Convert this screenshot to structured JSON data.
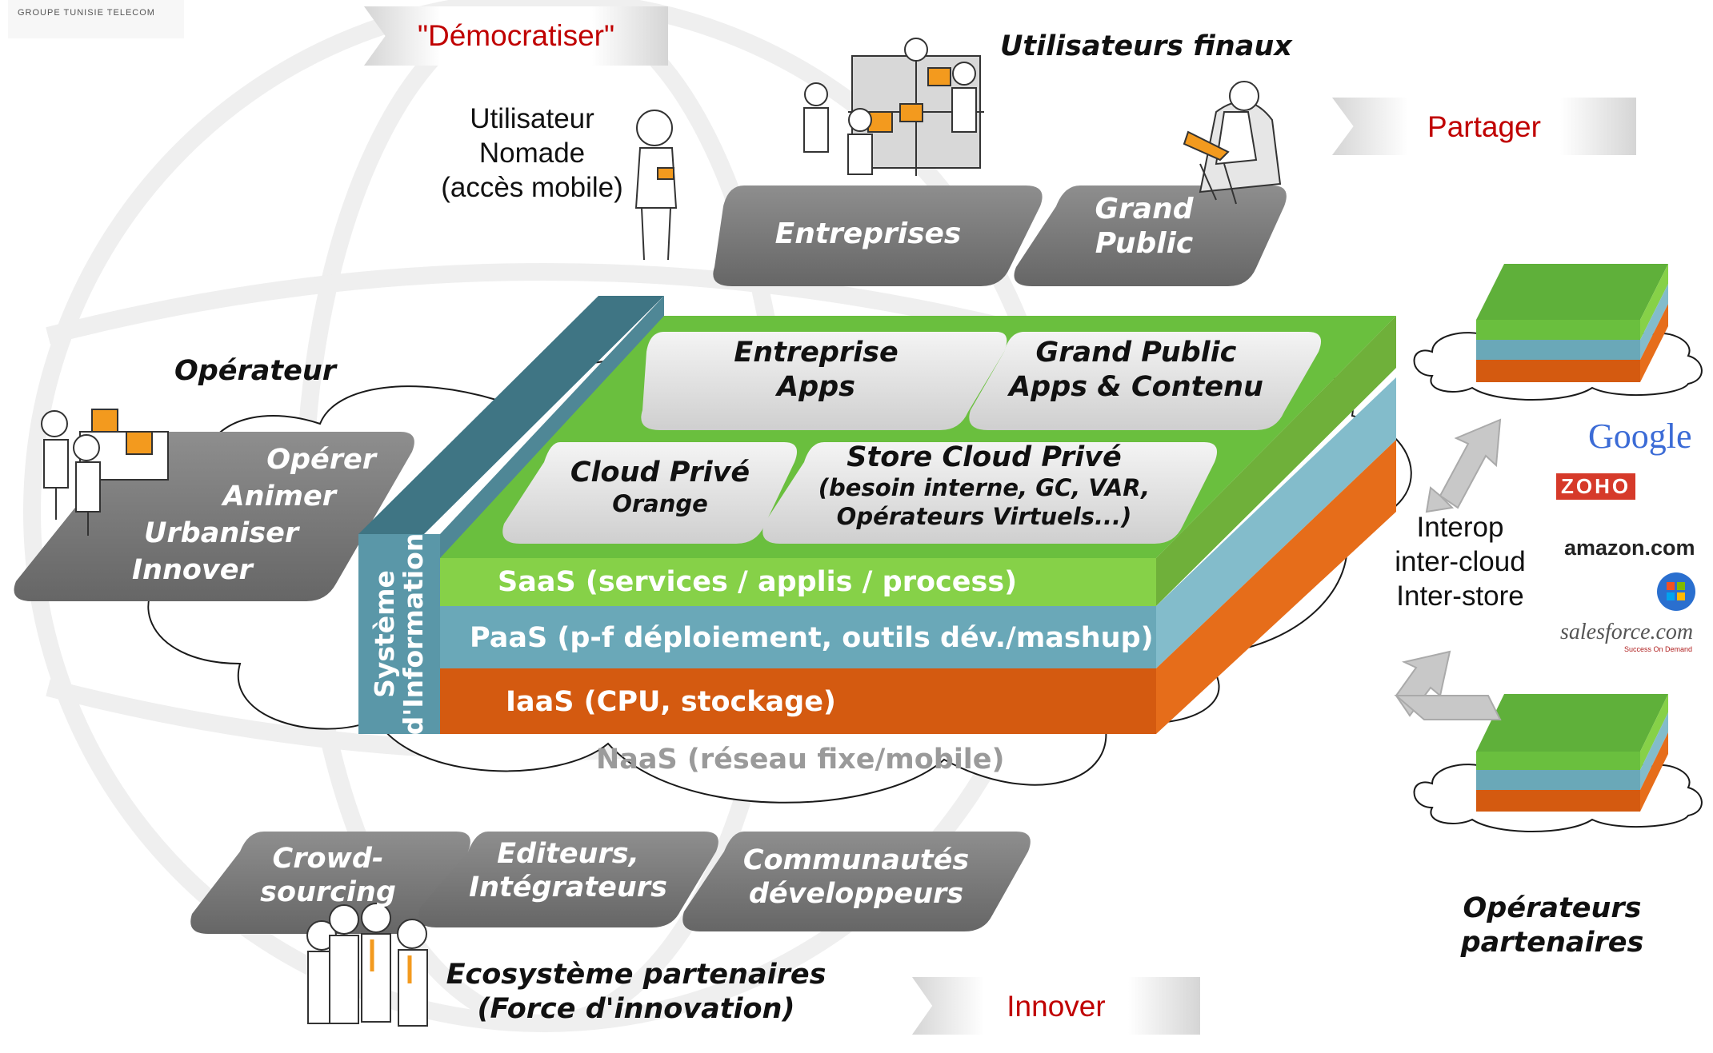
{
  "logo": {
    "caption": "GROUPE TUNISIE TELECOM"
  },
  "banners": {
    "democratiser": "\"Démocratiser\"",
    "partager": "Partager",
    "innover": "Innover"
  },
  "users": {
    "title": "Utilisateurs finaux",
    "nomade": [
      "Utilisateur",
      "Nomade",
      "(accès mobile)"
    ],
    "entreprises": "Entreprises",
    "grand_public": [
      "Grand",
      "Public"
    ]
  },
  "operator": {
    "title": "Opérateur",
    "actions": [
      "Opérer",
      "Animer",
      "Urbaniser",
      "Innover"
    ]
  },
  "platform": {
    "si_label": [
      "Système",
      "d'Information"
    ],
    "apps": {
      "entreprise": [
        "Entreprise",
        "Apps"
      ],
      "grand_public": [
        "Grand Public",
        "Apps & Contenu"
      ],
      "cloud_prive": [
        "Cloud Privé",
        "Orange"
      ],
      "store": [
        "Store Cloud Privé",
        "(besoin interne, GC, VAR,",
        "Opérateurs Virtuels...)"
      ]
    },
    "layers": {
      "saas": "SaaS (services / applis / process)",
      "paas": "PaaS (p-f déploiement, outils dév./mashup)",
      "iaas": "IaaS (CPU, stockage)",
      "naas": "NaaS (réseau fixe/mobile)"
    }
  },
  "interop": [
    "Interop",
    "inter-cloud",
    "Inter-store"
  ],
  "partner_logos": {
    "google": "Google",
    "zoho": "ZOHO",
    "amazon": "amazon.com",
    "salesforce": "salesforce.com",
    "salesforce_tag": "Success On Demand"
  },
  "partner_operators": [
    "Opérateurs",
    "partenaires"
  ],
  "ecosystem": {
    "crowd": [
      "Crowd-",
      "sourcing"
    ],
    "editeurs": [
      "Editeurs,",
      "Intégrateurs"
    ],
    "communautes": [
      "Communautés",
      "développeurs"
    ],
    "title": [
      "Ecosystème partenaires",
      "(Force d'innovation)"
    ]
  },
  "colors": {
    "saas_green": "#6abf3e",
    "paas_blue": "#6aa8b8",
    "iaas_orange": "#d45a10",
    "si_teal": "#4f8796",
    "platform_gray": "#7b7b7b",
    "banner_red": "#c00000"
  }
}
